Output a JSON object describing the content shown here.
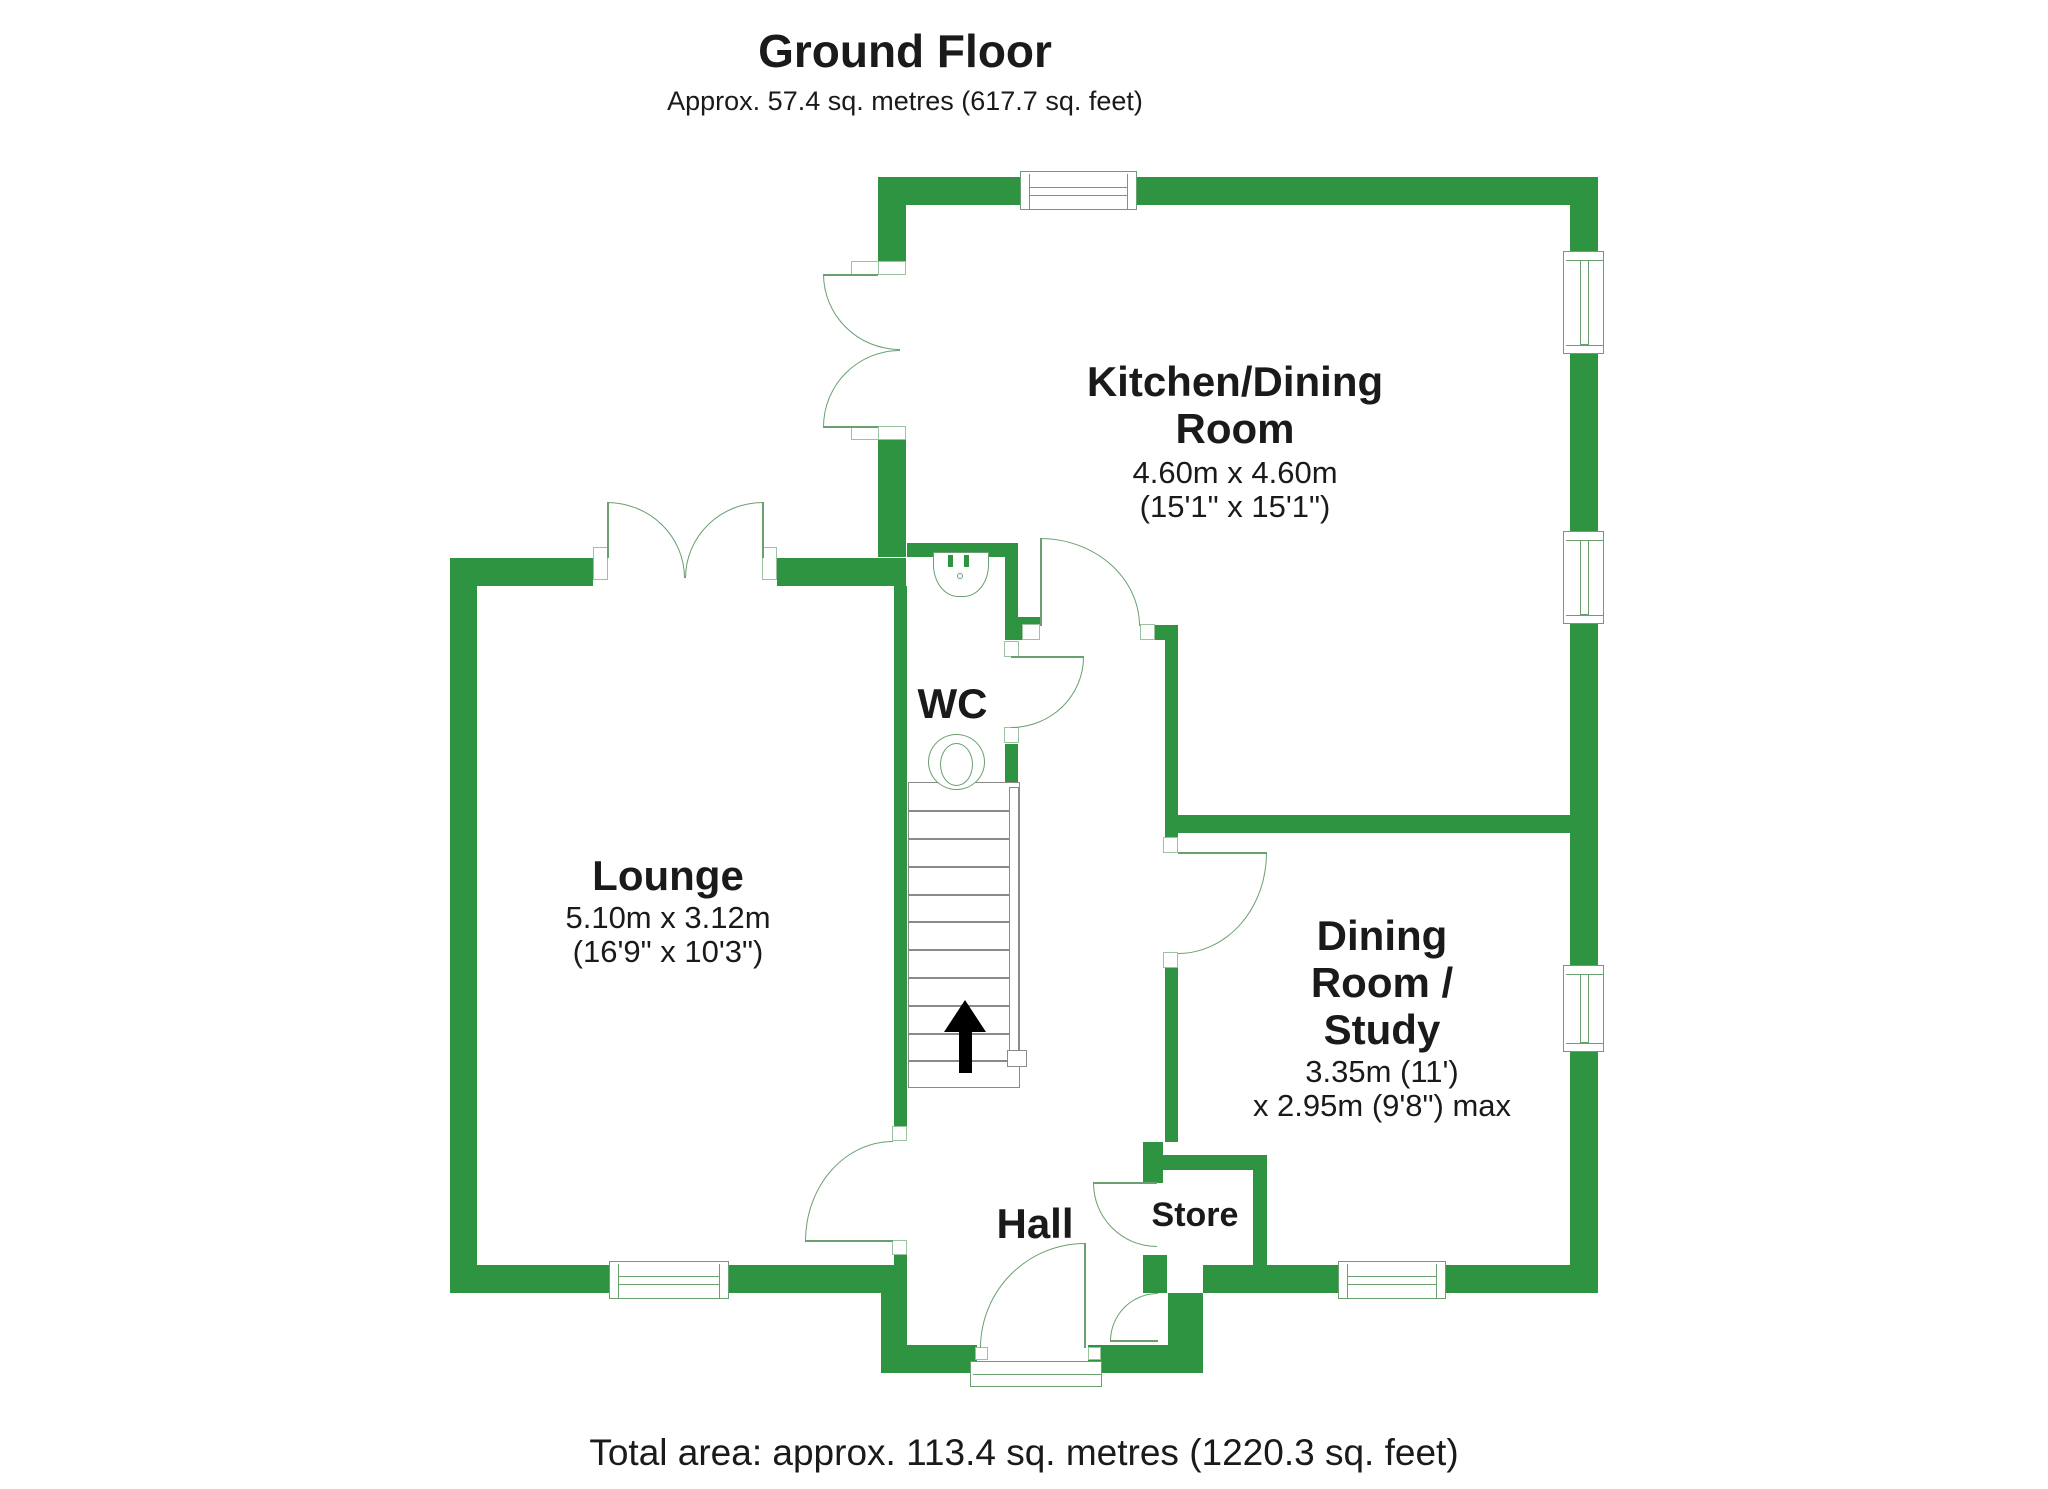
{
  "header": {
    "title": "Ground Floor",
    "subtitle": "Approx. 57.4 sq. metres (617.7 sq. feet)"
  },
  "footer": {
    "total_area": "Total area: approx. 113.4 sq. metres (1220.3 sq. feet)"
  },
  "colors": {
    "wall_green": "#2f9442",
    "fixture_line_green": "#6a9f70",
    "stair_grey": "#8a8a8a",
    "text_black": "#1a1a1a"
  },
  "rooms": {
    "kitchen": {
      "name_line1": "Kitchen/Dining",
      "name_line2": "Room",
      "dims_metric": "4.60m x 4.60m",
      "dims_imperial": "(15'1\" x 15'1\")"
    },
    "lounge": {
      "name": "Lounge",
      "dims_metric": "5.10m x 3.12m",
      "dims_imperial": "(16'9\" x 10'3\")"
    },
    "wc": {
      "name": "WC"
    },
    "dining": {
      "name_line1": "Dining",
      "name_line2": "Room /",
      "name_line3": "Study",
      "dims_metric": "3.35m (11')",
      "dims_imperial": "x 2.95m (9'8\") max"
    },
    "hall": {
      "name": "Hall"
    },
    "store": {
      "name": "Store"
    }
  }
}
